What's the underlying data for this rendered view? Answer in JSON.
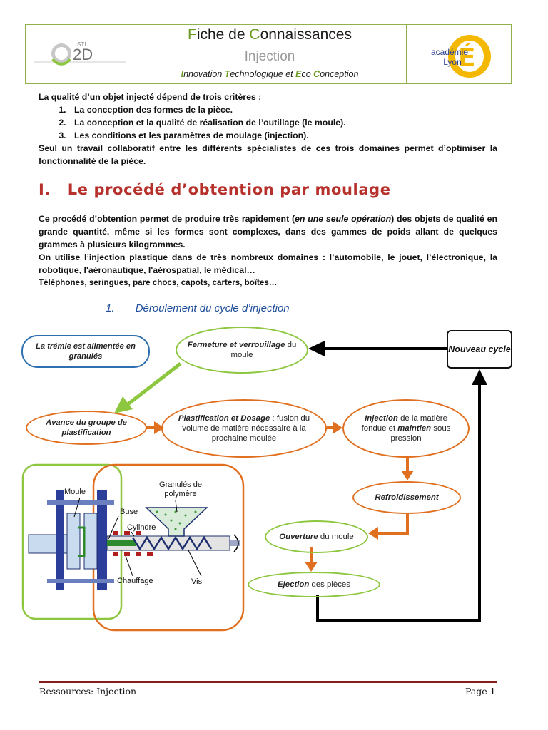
{
  "header": {
    "logo_left": "STI 2D",
    "title_parts": [
      {
        "text": "F",
        "ini": true
      },
      {
        "text": "iche de ",
        "ini": false
      },
      {
        "text": "C",
        "ini": true
      },
      {
        "text": "onnaissances",
        "ini": false
      }
    ],
    "subtitle": "Injection",
    "tagline_parts": [
      {
        "text": "I",
        "ini": true
      },
      {
        "text": "nnovation ",
        "ini": false
      },
      {
        "text": "T",
        "ini": true
      },
      {
        "text": "echnologique et ",
        "ini": false
      },
      {
        "text": "E",
        "ini": true
      },
      {
        "text": "co ",
        "ini": false
      },
      {
        "text": "C",
        "ini": true
      },
      {
        "text": "onception",
        "ini": false
      }
    ],
    "logo_right_line1": "académie",
    "logo_right_line2": "Lyon",
    "logo_right_letter": "É"
  },
  "intro": {
    "lead": "La qualité d’un objet injecté dépend de trois critères :",
    "criteria": [
      "La conception des formes de la pièce.",
      "La conception et la qualité de réalisation de l’outillage (le moule).",
      "Les conditions et les paramètres de moulage (injection)."
    ],
    "conclusion": "Seul un travail collaboratif entre les différents spécialistes de ces trois domaines permet d’optimiser la fonctionnalité de la pièce."
  },
  "section1": {
    "number": "I.",
    "title": "Le procédé d’obtention par moulage",
    "p1_before": "Ce procédé d’obtention permet de produire très rapidement (",
    "p1_italic": "en une seule opération",
    "p1_after": ")  des objets de qualité en grande quantité, même si les formes sont complexes,  dans des gammes de poids allant de quelques grammes à plusieurs kilogrammes.",
    "p2": "On utilise l’injection plastique dans de très nombreux domaines : l’automobile, le jouet, l’électronique,  la robotique, l'aéronautique, l'aérospatial, le médical…",
    "p3": "Téléphones, seringues, pare chocs, capots, carters, boîtes…",
    "subsection_number": "1.",
    "subsection_title": "Déroulement du cycle d’injection"
  },
  "diagram": {
    "tremie": "La trémie est alimentée en granulés",
    "fermeture_bold": "Fermeture et verrouillage",
    "fermeture_rest": " du moule",
    "nouveau": "Nouveau cycle",
    "avance": "Avance du groupe de plastification",
    "plastif_bold": "Plastification et Dosage",
    "plastif_rest": " : fusion du volume de matière nécessaire à la prochaine moulée",
    "injection_bold1": "Injection",
    "injection_mid": " de la matière fondue et ",
    "injection_bold2": "maintien",
    "injection_rest": " sous pression",
    "refroid": "Refroidissement",
    "ouverture_bold": "Ouverture",
    "ouverture_rest": " du moule",
    "ejection_bold": "Ejection",
    "ejection_rest": " des pièces",
    "machine_labels": {
      "moule": "Moule",
      "buse": "Buse",
      "cylindre": "Cylindre",
      "granules": "Granulés de polymère",
      "chauffage": "Chauffage",
      "vis": "Vis"
    }
  },
  "footer": {
    "left": "Ressources: Injection",
    "right": "Page 1"
  }
}
